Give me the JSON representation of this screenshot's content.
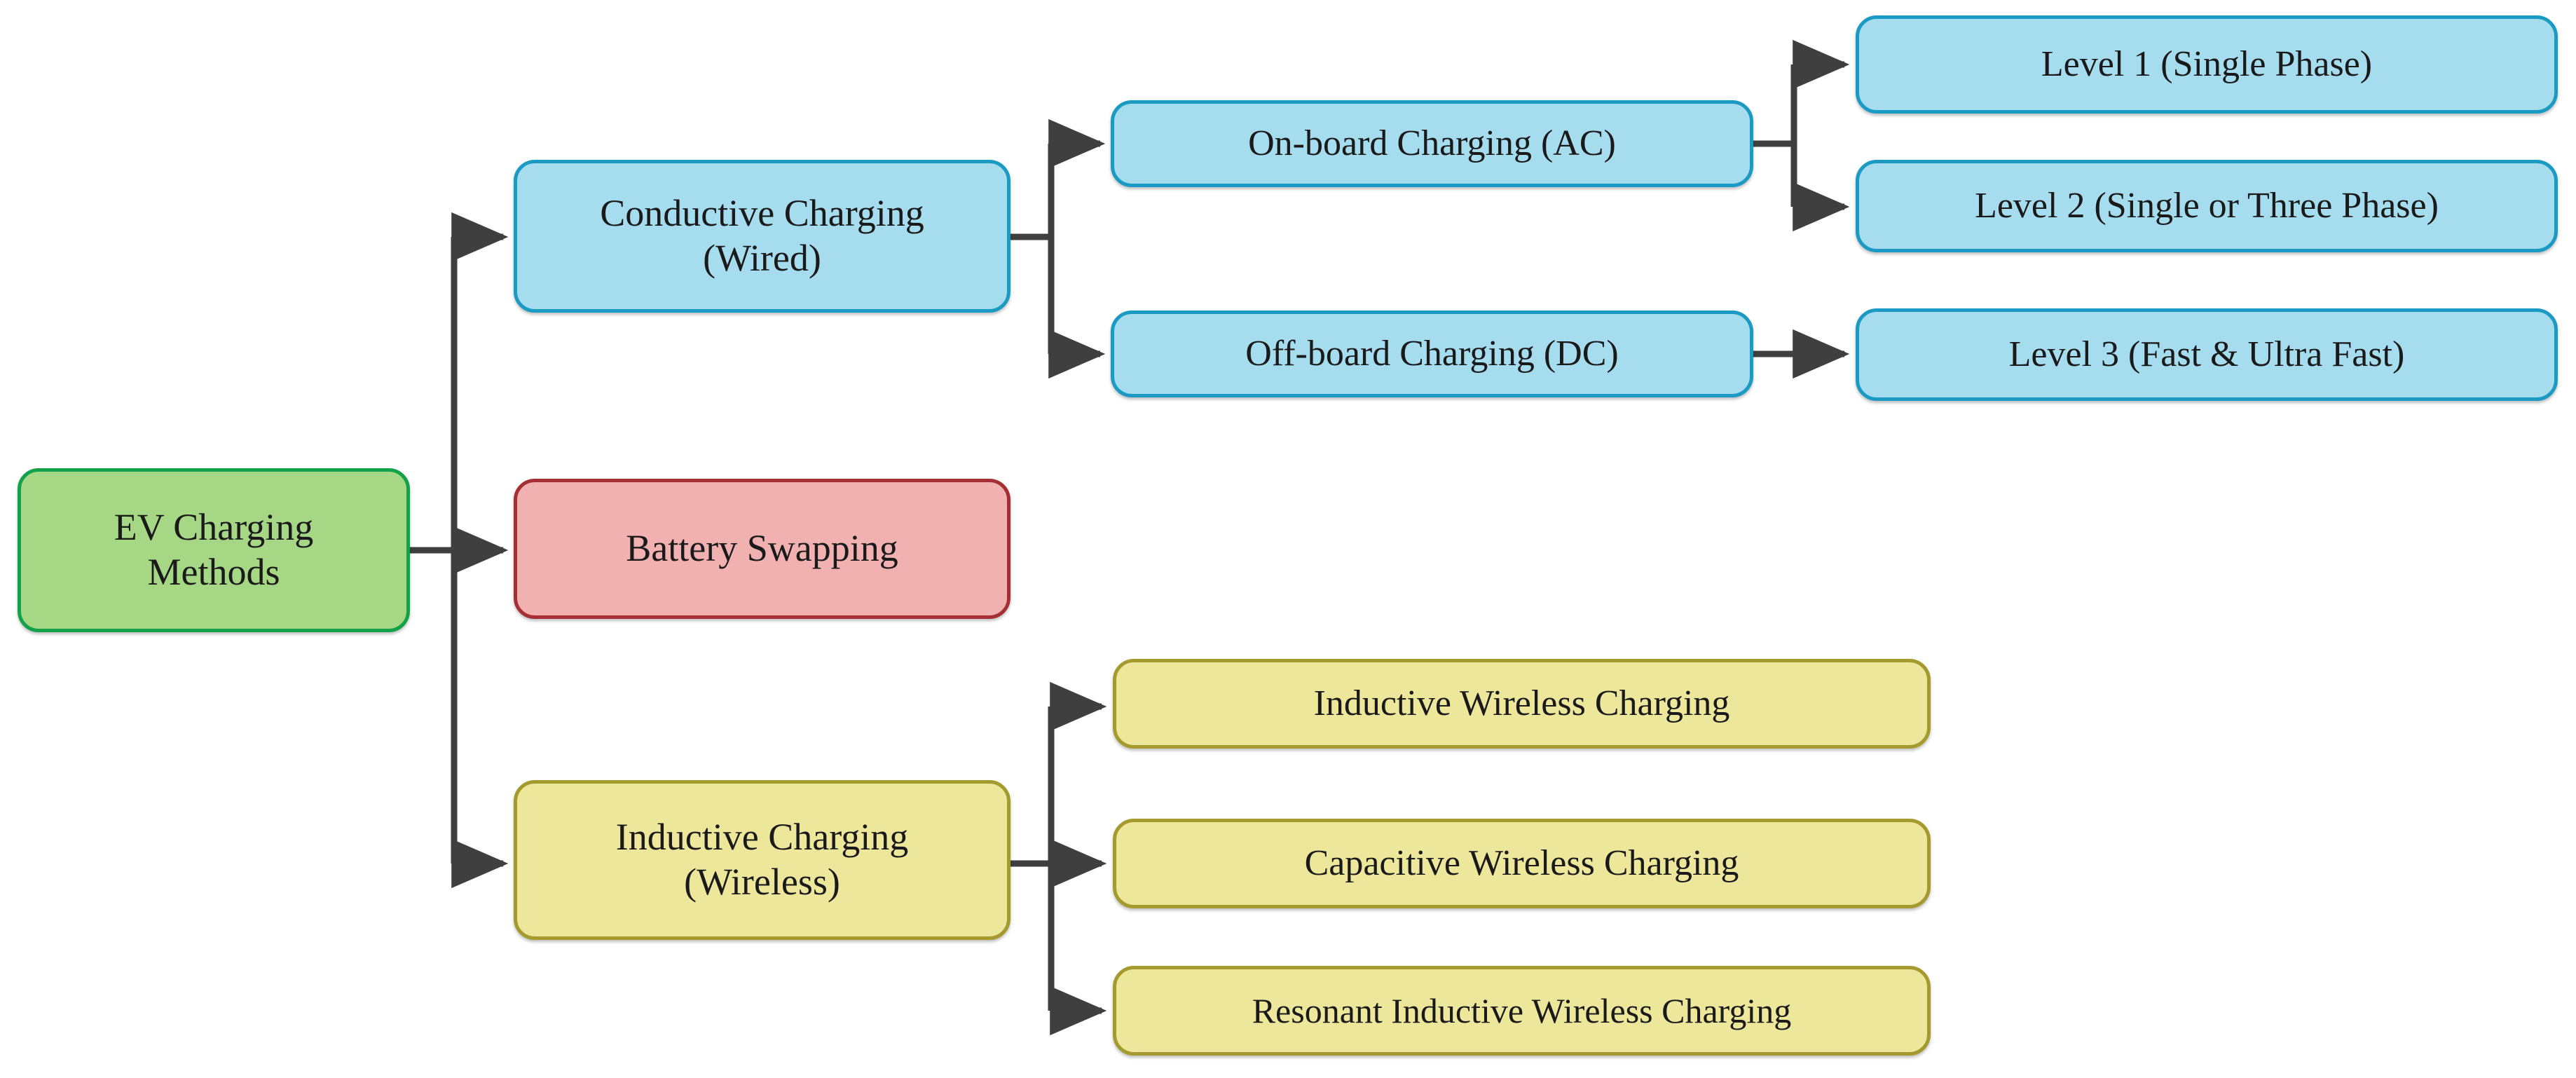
{
  "diagram": {
    "title": "EV Charging Methods taxonomy flowchart",
    "background": "#ffffff",
    "edge_color": "#3f3f3f",
    "palette": {
      "green_fill": "#a6d785",
      "green_stroke": "#13a24a",
      "blue_fill": "#a5dcee",
      "blue_stroke": "#1b9ac4",
      "pink_fill": "#f2b1b1",
      "pink_stroke": "#a52f35",
      "yellow_fill": "#ede79c",
      "yellow_stroke": "#a59a2e"
    },
    "nodes": {
      "root": {
        "label": "EV Charging\nMethods"
      },
      "conductive": {
        "label": "Conductive Charging\n(Wired)"
      },
      "battery_swapping": {
        "label": "Battery Swapping"
      },
      "inductive": {
        "label": "Inductive Charging\n(Wireless)"
      },
      "onboard_ac": {
        "label": "On-board Charging (AC)"
      },
      "offboard_dc": {
        "label": "Off-board Charging (DC)"
      },
      "level1": {
        "label": "Level 1 (Single Phase)"
      },
      "level2": {
        "label": "Level 2 (Single or Three Phase)"
      },
      "level3": {
        "label": "Level 3 (Fast & Ultra Fast)"
      },
      "inductive_wireless": {
        "label": "Inductive Wireless Charging"
      },
      "capacitive_wireless": {
        "label": "Capacitive Wireless Charging"
      },
      "resonant_wireless": {
        "label": "Resonant Inductive Wireless Charging"
      }
    },
    "edges": [
      {
        "from": "root",
        "to": "conductive"
      },
      {
        "from": "root",
        "to": "battery_swapping"
      },
      {
        "from": "root",
        "to": "inductive"
      },
      {
        "from": "conductive",
        "to": "onboard_ac"
      },
      {
        "from": "conductive",
        "to": "offboard_dc"
      },
      {
        "from": "onboard_ac",
        "to": "level1"
      },
      {
        "from": "onboard_ac",
        "to": "level2"
      },
      {
        "from": "offboard_dc",
        "to": "level3"
      },
      {
        "from": "inductive",
        "to": "inductive_wireless"
      },
      {
        "from": "inductive",
        "to": "capacitive_wireless"
      },
      {
        "from": "inductive",
        "to": "resonant_wireless"
      }
    ]
  }
}
